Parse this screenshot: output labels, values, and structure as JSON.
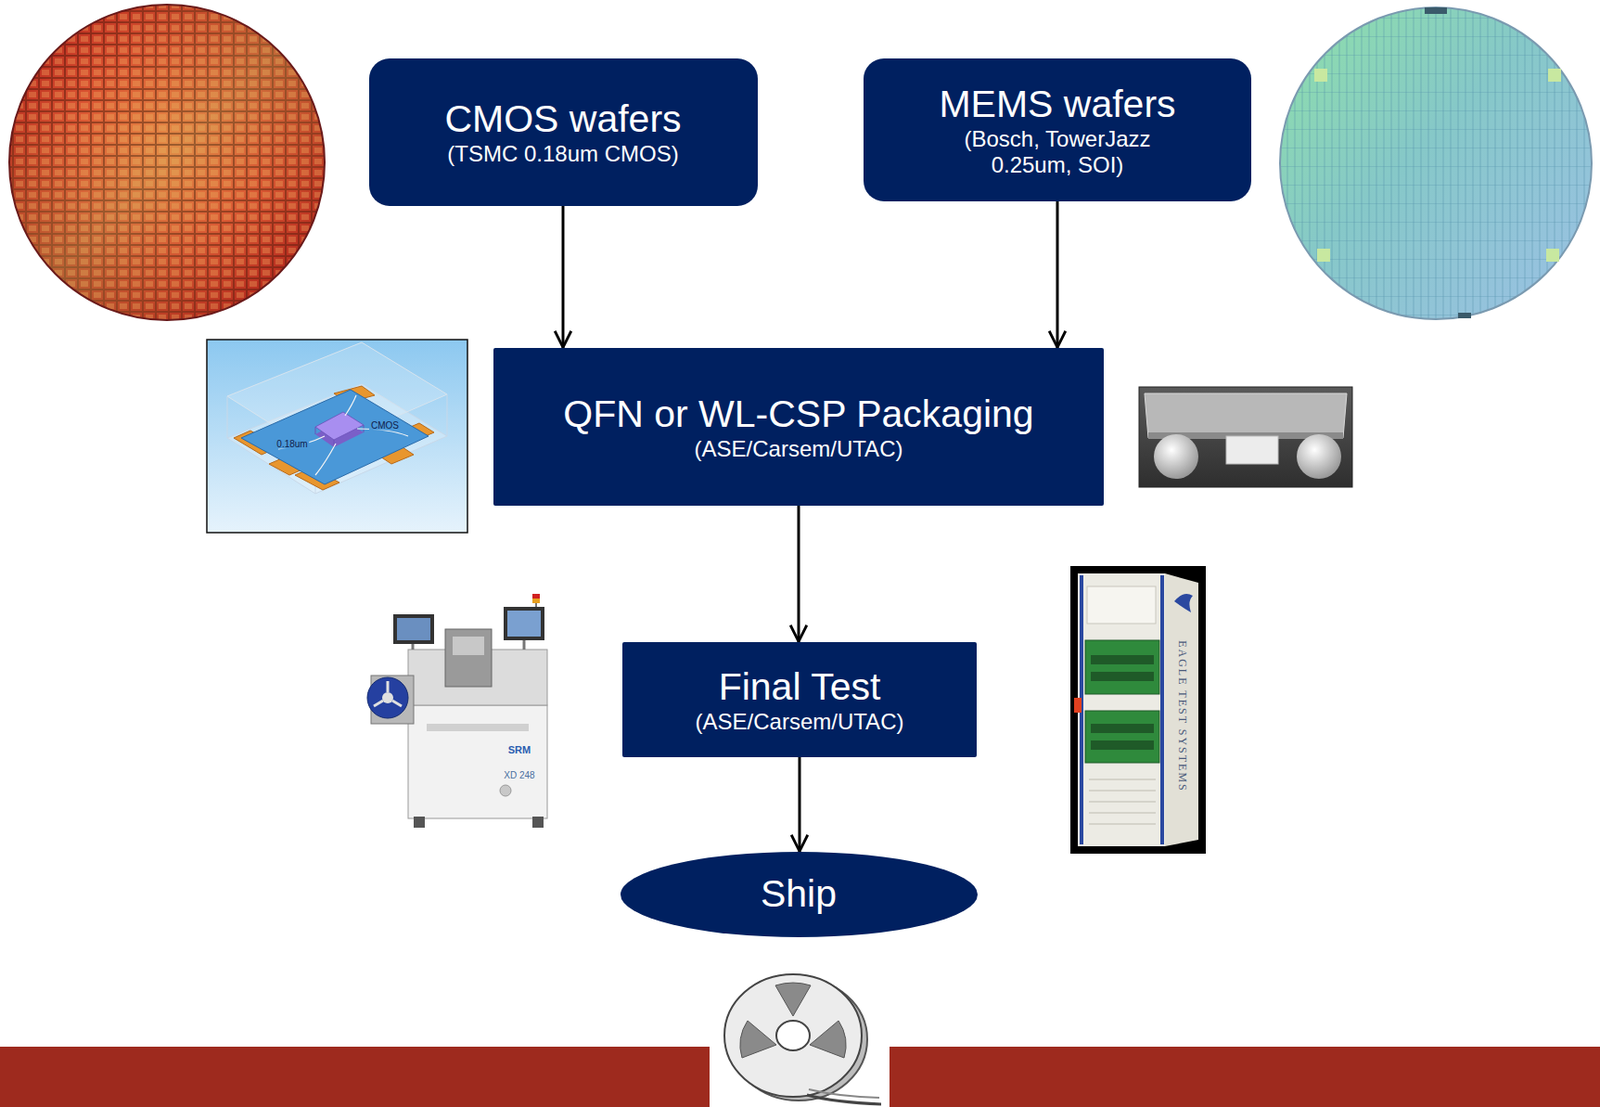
{
  "diagram": {
    "nodes": [
      {
        "text": [
          "CMOS wafers",
          "(TSMC 0.18um CMOS)"
        ]
      },
      {
        "text": [
          "MEMS wafers",
          "(Bosch, TowerJazz 0.25um, SOI)"
        ]
      },
      {
        "text": [
          "QFN or WL-CSP Packaging",
          "(ASE/Carsem/UTAC)"
        ]
      },
      {
        "text": [
          "Final Test",
          "(ASE/Carsem/UTAC)"
        ]
      },
      {
        "text": [
          "Ship"
        ]
      }
    ],
    "edges": [
      {
        "from": 0,
        "to": 2,
        "arrow": "to"
      },
      {
        "from": 1,
        "to": 2,
        "arrow": "to"
      },
      {
        "from": 2,
        "to": 3,
        "arrow": "to"
      },
      {
        "from": 3,
        "to": 4,
        "arrow": "to"
      }
    ],
    "labels": [
      "CMOS",
      "0.18um",
      "SRM",
      "XD 248",
      "EAGLE TEST SYSTEMS"
    ]
  }
}
